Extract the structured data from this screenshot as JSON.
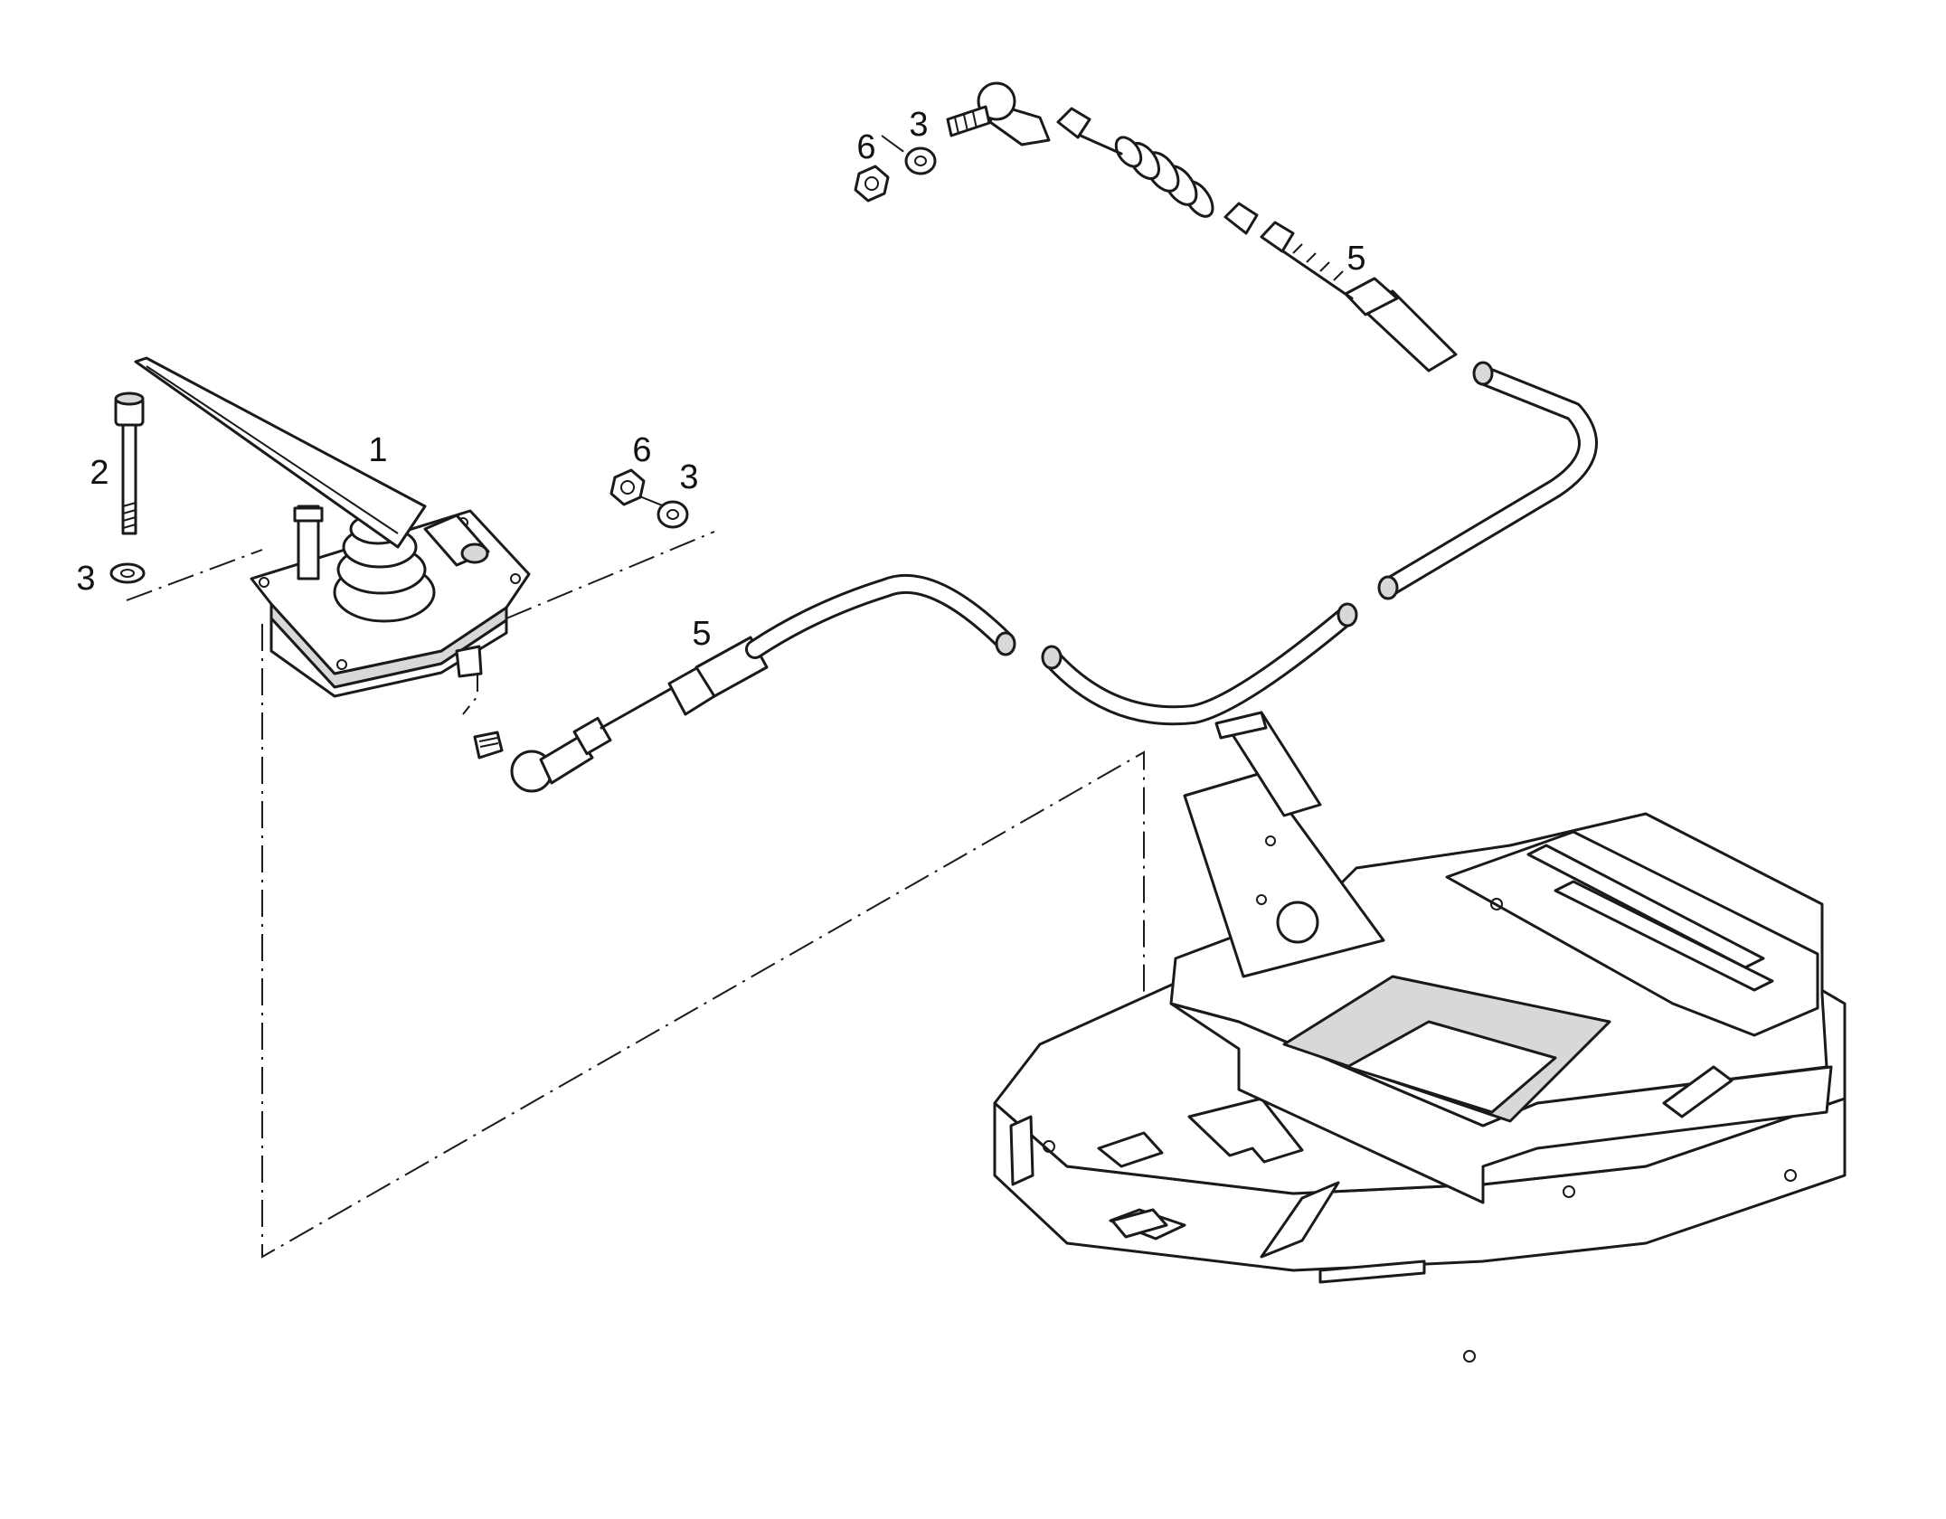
{
  "callouts": [
    {
      "id": "c1",
      "text": "1"
    },
    {
      "id": "c2",
      "text": "2"
    },
    {
      "id": "c3a",
      "text": "3"
    },
    {
      "id": "c6a",
      "text": "6"
    },
    {
      "id": "c3b",
      "text": "3"
    },
    {
      "id": "c6b",
      "text": "6"
    },
    {
      "id": "c3c",
      "text": "3"
    },
    {
      "id": "c5a",
      "text": "5"
    },
    {
      "id": "c5b",
      "text": "5"
    }
  ]
}
